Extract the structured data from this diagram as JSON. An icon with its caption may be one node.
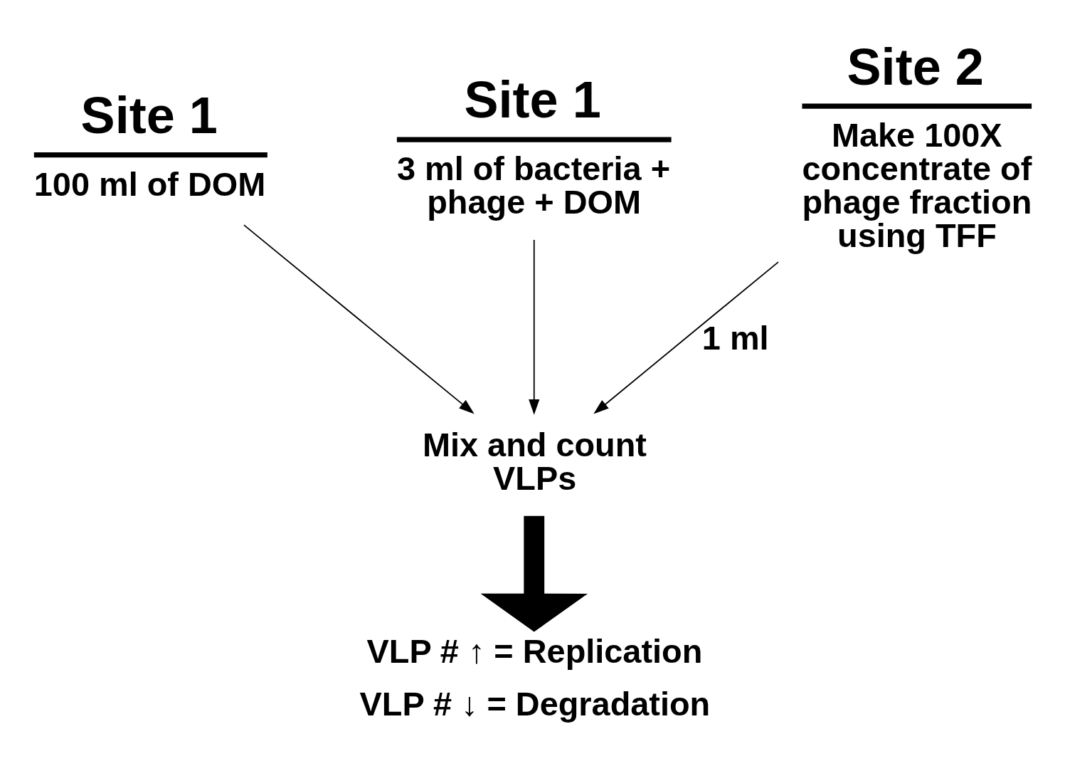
{
  "diagram": {
    "nodes": [
      {
        "text": [
          "Site 1",
          "100 ml of DOM"
        ]
      },
      {
        "text": [
          "Site 1",
          "3 ml of bacteria + phage + DOM"
        ]
      },
      {
        "text": [
          "Site 2",
          "Make 100X concentrate of phage fraction using TFF"
        ]
      },
      {
        "text": [
          "Mix and count VLPs"
        ]
      },
      {
        "text": [
          "VLP # ↑ = Replication",
          "VLP # ↓ = Degradation"
        ]
      }
    ],
    "edges": [
      {
        "from": 0,
        "to": 3,
        "arrow": "to"
      },
      {
        "from": 1,
        "to": 3,
        "arrow": "to"
      },
      {
        "from": 2,
        "to": 3,
        "arrow": "to",
        "label": "1 ml"
      },
      {
        "from": 3,
        "to": 4,
        "arrow": "to",
        "style": "thick"
      }
    ]
  }
}
